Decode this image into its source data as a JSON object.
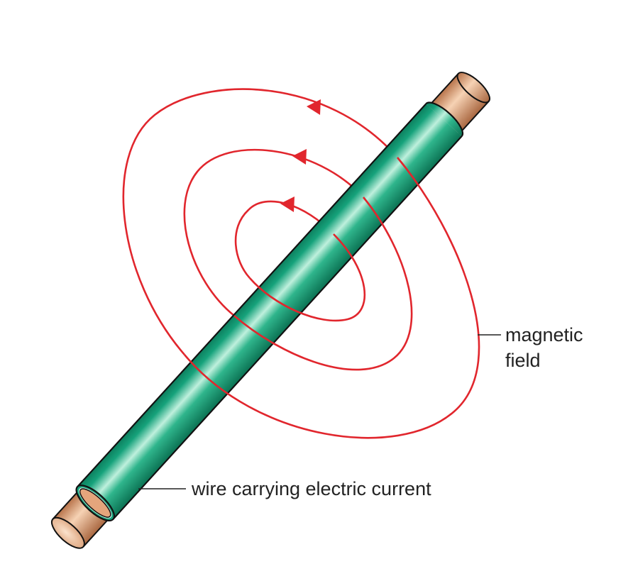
{
  "labels": {
    "magnetic_field_line1": "magnetic",
    "magnetic_field_line2": "field",
    "wire": "wire carrying electric current"
  },
  "colors": {
    "field_lines": "#e1262d",
    "insulation": "#16a27b",
    "insulation_highlight": "#c9f1e2",
    "copper": "#e0a57b",
    "copper_highlight": "#fbe2cc",
    "outline": "#111111",
    "leader_line": "#222222",
    "label_text": "#222222"
  },
  "icons": {
    "arrowheads": "triangle-arrow-icon"
  }
}
